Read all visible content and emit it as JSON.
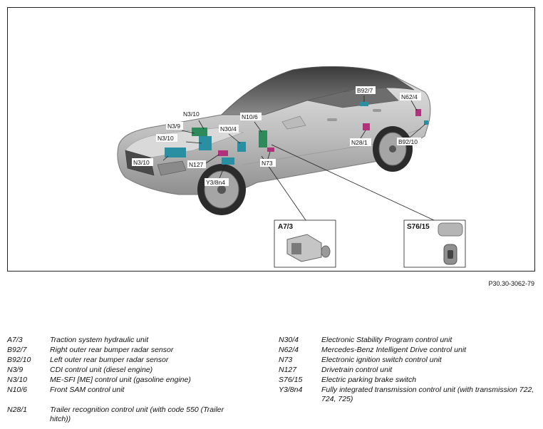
{
  "figure": {
    "callouts": [
      "N3/10",
      "N3/9",
      "N3/10",
      "N3/10",
      "N127",
      "Y3/8n4",
      "N30/4",
      "N10/6",
      "N73",
      "B92/7",
      "N28/1",
      "N62/4",
      "B92/10"
    ],
    "insets": [
      "A7/3",
      "S76/15"
    ],
    "reference": "P30.30-3062-79"
  },
  "legend": {
    "left": [
      {
        "code": "A7/3",
        "desc": "Traction system hydraulic unit"
      },
      {
        "code": "B92/7",
        "desc": "Right outer rear bumper radar sensor"
      },
      {
        "code": "B92/10",
        "desc": "Left outer rear bumper radar sensor"
      },
      {
        "code": "N3/9",
        "desc": "CDI control unit (diesel engine)"
      },
      {
        "code": "N3/10",
        "desc": "ME-SFI [ME] control unit (gasoline engine)"
      },
      {
        "code": "N10/6",
        "desc": "Front SAM control unit"
      },
      {
        "code": "N28/1",
        "desc": "Trailer recognition control unit (with code 550 (Trailer hitch))"
      }
    ],
    "right": [
      {
        "code": "N30/4",
        "desc": "Electronic Stability Program control unit"
      },
      {
        "code": "N62/4",
        "desc": "Mercedes-Benz Intelligent Drive control unit"
      },
      {
        "code": "N73",
        "desc": "Electronic ignition switch control unit"
      },
      {
        "code": "N127",
        "desc": "Drivetrain control unit"
      },
      {
        "code": "S76/15",
        "desc": "Electric parking brake switch"
      },
      {
        "code": "Y3/8n4",
        "desc": "Fully integrated transmission control unit (with transmission 722, 724, 725)"
      }
    ]
  },
  "colors": {
    "component_teal": "#2b8fa3",
    "component_green": "#2e8a5a",
    "component_magenta": "#b0327a",
    "car_body": "#c9c9c9"
  }
}
